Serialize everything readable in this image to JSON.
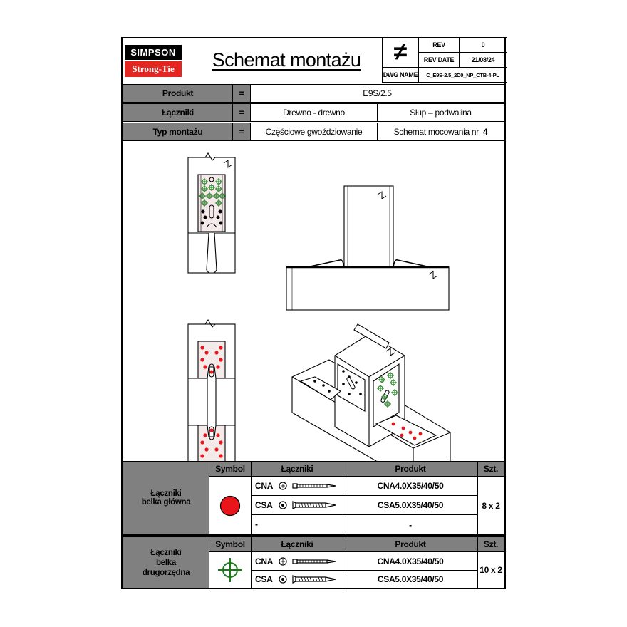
{
  "header": {
    "logo_top": "SIMPSON",
    "logo_bottom": "Strong-Tie",
    "title": "Schemat montażu",
    "not_equal_symbol": "≠",
    "rev_label": "REV",
    "rev_value": "0",
    "rev_date_label": "REV DATE",
    "rev_date_value": "21/08/24",
    "dwg_name_label": "DWG NAME",
    "dwg_name_value": "C_E9S-2.5_2D0_NP_CTB-4-PL"
  },
  "info": {
    "rows": [
      {
        "label": "Produkt",
        "eq": "=",
        "value": "E9S/2.5"
      },
      {
        "label": "Łączniki",
        "eq": "=",
        "value_left": "Drewno - drewno",
        "value_right": "Słup – podwalina"
      },
      {
        "label": "Typ montażu",
        "eq": "=",
        "value_left": "Częściowe gwoździowanie",
        "value_right_label": "Schemat mocowania nr",
        "value_right_num": "4"
      }
    ]
  },
  "table1": {
    "group_label_line1": "Łączniki",
    "group_label_line2": "belka główna",
    "headers": {
      "symbol": "Symbol",
      "fasteners": "Łączniki",
      "product": "Produkt",
      "qty": "Szt."
    },
    "rows": [
      {
        "code": "CNA",
        "product": "CNA4.0X35/40/50"
      },
      {
        "code": "CSA",
        "product": "CSA5.0X35/40/50"
      },
      {
        "code": "-",
        "product": "-"
      }
    ],
    "qty": "8 x 2",
    "symbol_color": "#e8161b"
  },
  "table2": {
    "group_label_line1": "Łączniki",
    "group_label_line2": "belka",
    "group_label_line3": "drugorzędna",
    "headers": {
      "symbol": "Symbol",
      "fasteners": "Łączniki",
      "product": "Produkt",
      "qty": "Szt."
    },
    "rows": [
      {
        "code": "CNA",
        "product": "CNA4.0X35/40/50"
      },
      {
        "code": "CSA",
        "product": "CSA5.0X35/40/50"
      }
    ],
    "qty": "10 x 2",
    "symbol_color": "#1a7a1a"
  },
  "colors": {
    "gray": "#808080",
    "red": "#e8161b",
    "green": "#1a7a1a",
    "logo_red": "#e5251f"
  }
}
